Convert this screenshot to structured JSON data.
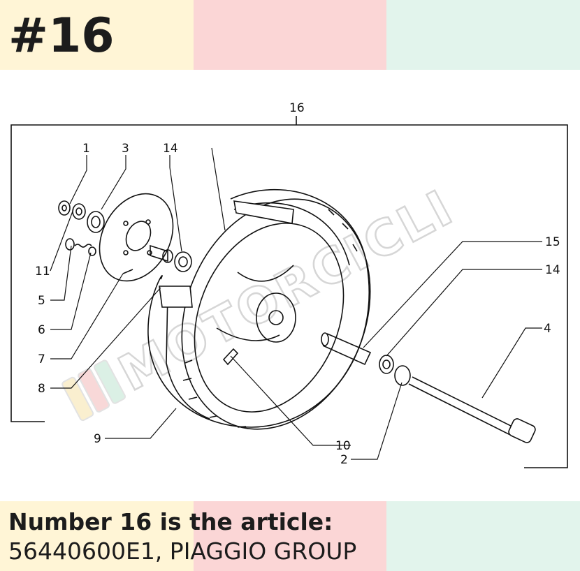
{
  "header": {
    "title": "#16"
  },
  "diagram": {
    "watermark_text": "MOTORCICLI",
    "callouts": {
      "c16": "16",
      "c1": "1",
      "c3": "3",
      "c14a": "14",
      "c11": "11",
      "c5": "5",
      "c6": "6",
      "c7": "7",
      "c8": "8",
      "c9": "9",
      "c10": "10",
      "c2": "2",
      "c15": "15",
      "c14b": "14",
      "c4": "4"
    }
  },
  "caption": {
    "line1": "Number 16 is the article:",
    "line2": "56440600E1, PIAGGIO GROUP"
  },
  "colors": {
    "band_yellow": "#fff5d6",
    "band_pink": "#fbd6d6",
    "band_mint": "#e2f4ec",
    "ink": "#111111"
  }
}
